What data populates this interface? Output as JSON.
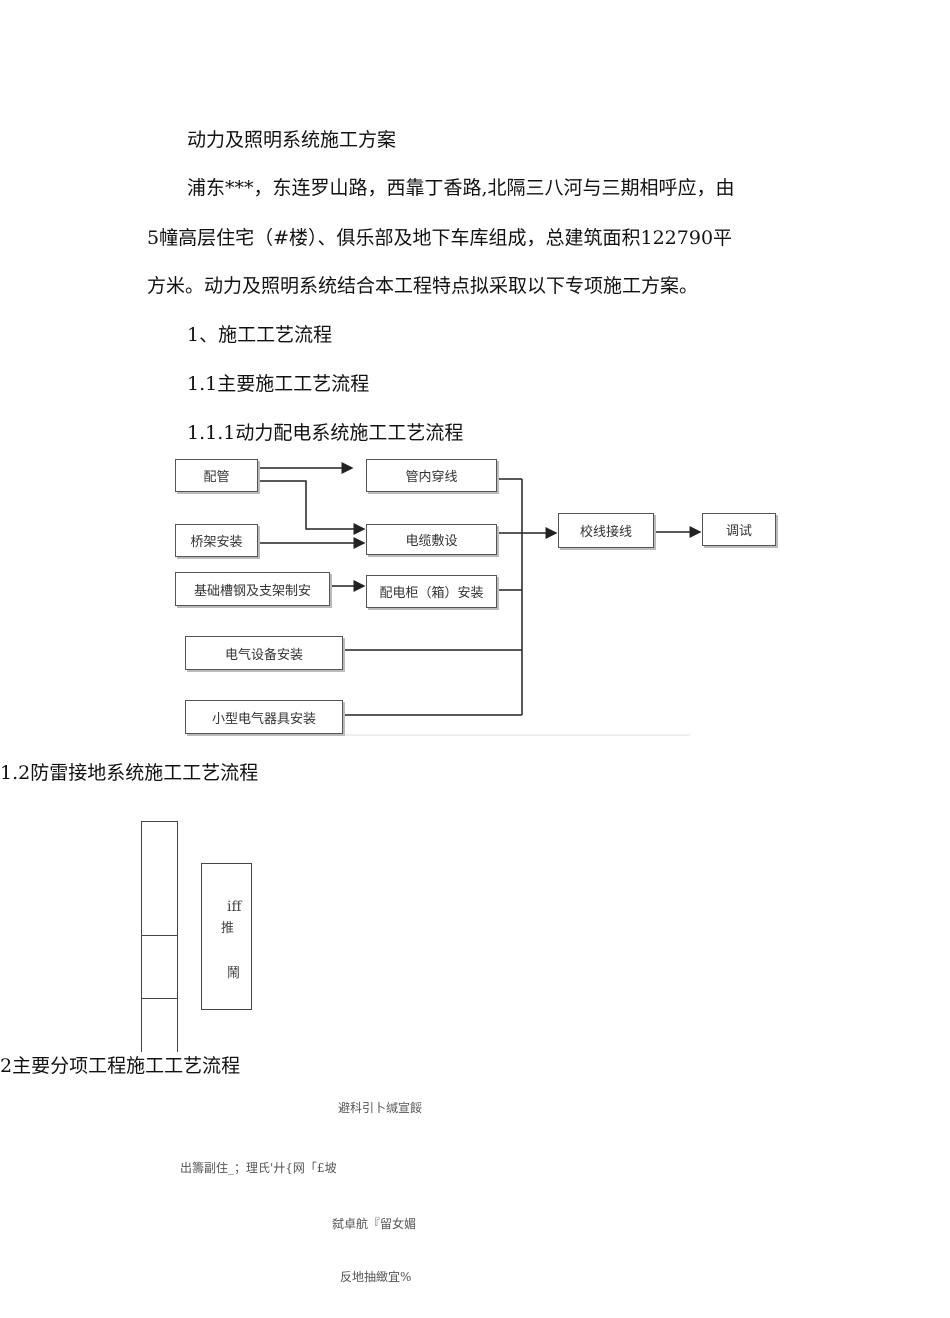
{
  "doc": {
    "title": "动力及照明系统施工方案",
    "para1": "浦东***，东连罗山路，西靠丁香路,北隔三八河与三期相呼应，由",
    "para2": "5幢高层住宅（#楼）、俱乐部及地下车库组成，总建筑面积122790平",
    "para3": "方米。动力及照明系统结合本工程特点拟采取以下专项施工方案。",
    "h1": "1、施工工艺流程",
    "h11": "1.1主要施工工艺流程",
    "h111": "1.1.1动力配电系统施工工艺流程",
    "h12": "1.2防雷接地系统施工工艺流程",
    "h2": "2主要分项工程施工工艺流程"
  },
  "flow": {
    "peiguan": "配管",
    "guannei": "管内穿线",
    "qiaojia": "桥架安装",
    "dianlan": "电缆敷设",
    "jichu": "基础槽钢及支架制安",
    "peidian": "配电柜（箱）安装",
    "dianqi": "电气设备安装",
    "xiaoxing": "小型电气器具安装",
    "jiaoxian": "校线接线",
    "tiaoshi": "调试"
  },
  "lightning": {
    "line1": "iff",
    "line2": "推",
    "line3": "鬧"
  },
  "garbled": {
    "l1": "避科引卜缄宣餒",
    "l2": "出籌副住_；理氏'廾{网「£坡",
    "l3": "弑卓航『留女媚",
    "l4": "反地抽緻宜%"
  }
}
